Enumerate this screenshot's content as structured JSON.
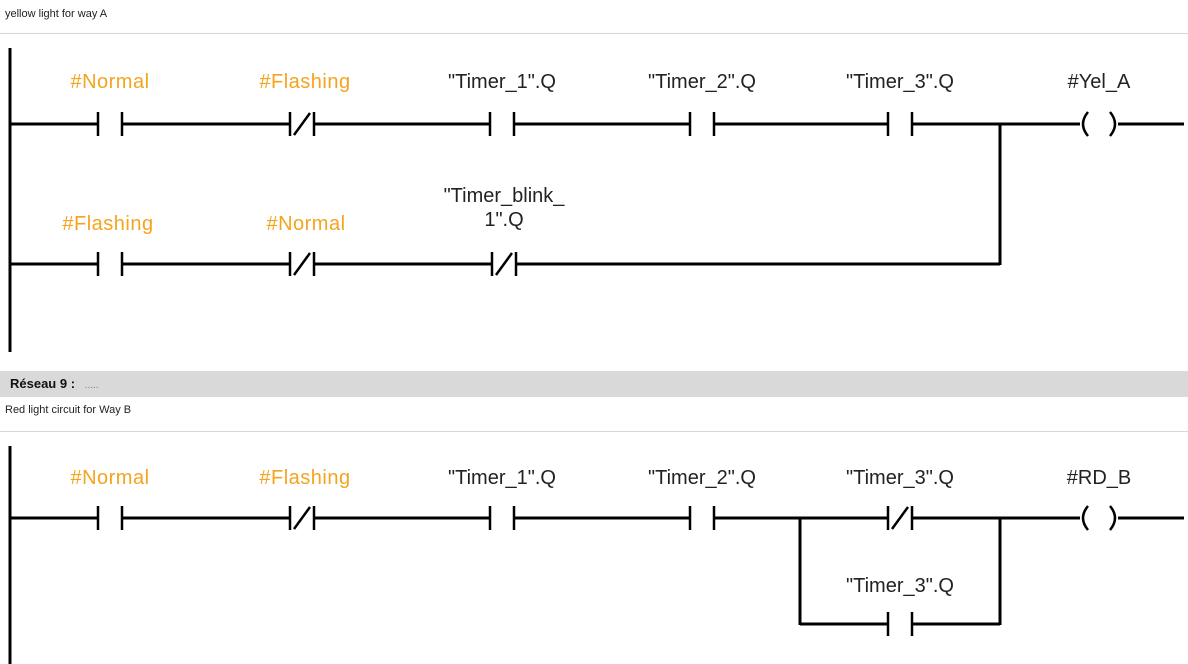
{
  "network8": {
    "comment": "yellow light for way A",
    "row1": {
      "contacts": [
        "#Normal",
        "#Flashing",
        "\"Timer_1\".Q",
        "\"Timer_2\".Q",
        "\"Timer_3\".Q"
      ],
      "coil": "#Yel_A"
    },
    "row2": {
      "contacts": [
        "#Flashing",
        "#Normal"
      ],
      "blink_line1": "\"Timer_blink_",
      "blink_line2": "1\".Q"
    }
  },
  "network9": {
    "title": "Réseau 9 :",
    "title_dots": ".....",
    "comment": "Red light  circuit for Way B",
    "row1": {
      "contacts": [
        "#Normal",
        "#Flashing",
        "\"Timer_1\".Q",
        "\"Timer_2\".Q",
        "\"Timer_3\".Q"
      ],
      "coil": "#RD_B"
    },
    "branch": {
      "contact": "\"Timer_3\".Q"
    }
  },
  "colors": {
    "local_operand": "#f5a41e",
    "global_operand": "#222222",
    "header_bg": "#d9d9d9",
    "wire": "#000000"
  },
  "icons": {
    "no_contact": "normally-open-contact-icon",
    "nc_contact": "normally-closed-contact-icon",
    "coil": "output-coil-icon"
  }
}
